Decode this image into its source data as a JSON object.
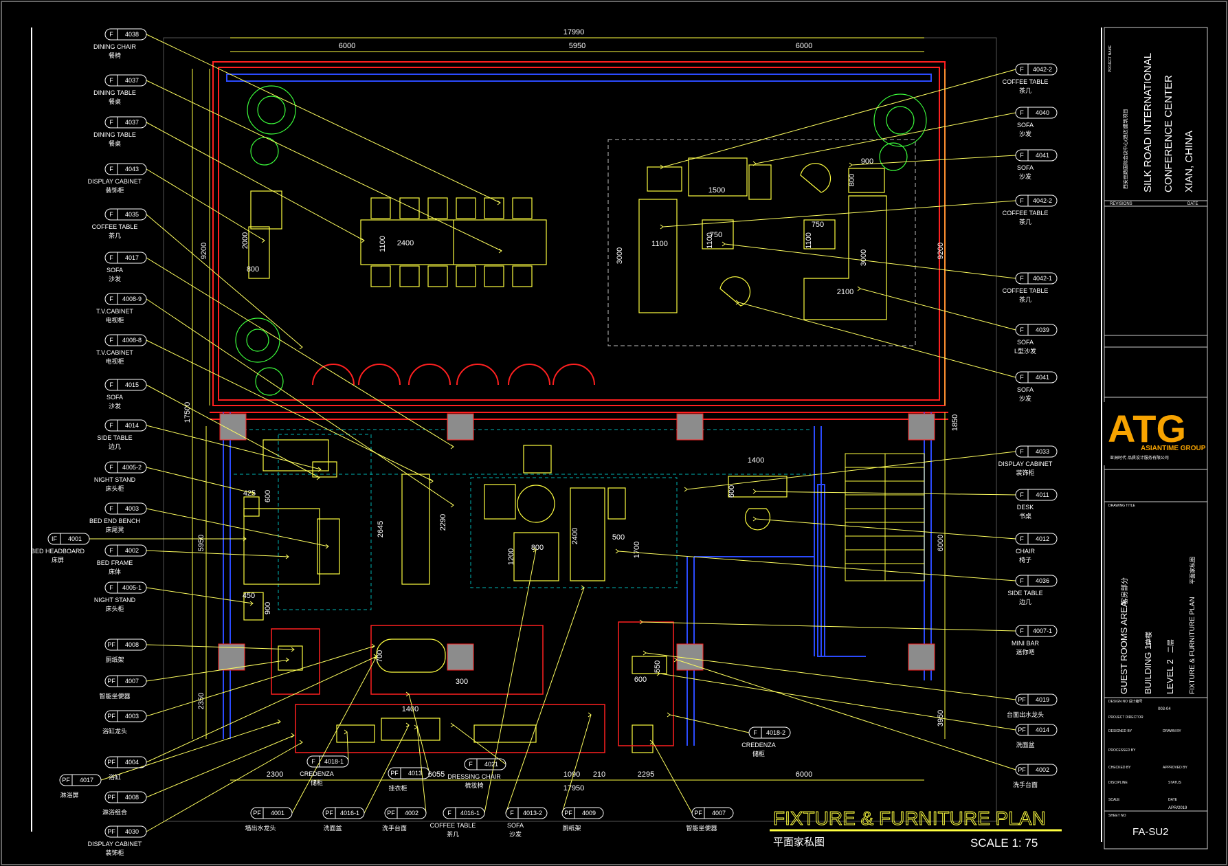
{
  "drawing": {
    "title": "FIXTURE & FURNITURE PLAN",
    "subtitle": "平面家私图",
    "scale": "SCALE 1: 75"
  },
  "dimensions": {
    "top_total": "17990",
    "top_1": "6000",
    "top_2": "5950",
    "top_3": "6000",
    "bottom_total": "17950",
    "bottom_1": "2300",
    "bottom_2": "6055",
    "bottom_3": "1090",
    "bottom_4": "210",
    "bottom_5": "2295",
    "bottom_6": "6000",
    "left_1": "9200",
    "left_2": "17500",
    "left_3": "5950",
    "left_4": "2350",
    "right_1": "9200",
    "right_2": "1850",
    "right_3": "6000",
    "right_4": "3950",
    "dining_2400": "2400",
    "dining_1100": "1100",
    "cabinet_2000": "2000",
    "cabinet_800": "800",
    "lounge_1500": "1500",
    "lounge_900": "900",
    "lounge_800": "800",
    "lounge_3000": "3000",
    "lounge_1100": "1100",
    "lounge_750a": "750",
    "lounge_1100b": "1100",
    "lounge_750b": "750",
    "lounge_1100c": "1100",
    "lounge_3000b": "3000",
    "lounge_2100": "2100",
    "desk_1400": "1400",
    "desk_600": "600",
    "ns_425": "425",
    "ns_600": "600",
    "ns_450": "450",
    "ns_900": "900",
    "tv_2645": "2645",
    "tv_2290": "2290",
    "tbl_800": "800",
    "tbl_1200": "1200",
    "sofa_2400": "2400",
    "sofa_500": "500",
    "sofa_1700": "1700",
    "bath_1400": "1400",
    "bath_700": "700",
    "bath_300": "300",
    "bar_600": "600",
    "bar_550": "550"
  },
  "tags_left": [
    {
      "type": "F",
      "code": "4038",
      "en": "DINING CHAIR",
      "cn": "餐椅"
    },
    {
      "type": "F",
      "code": "4037",
      "en": "DINING TABLE",
      "cn": "餐桌"
    },
    {
      "type": "F",
      "code": "4037",
      "en": "DINING TABLE",
      "cn": "餐桌"
    },
    {
      "type": "F",
      "code": "4043",
      "en": "DISPLAY CABINET",
      "cn": "装饰柜"
    },
    {
      "type": "F",
      "code": "4035",
      "en": "COFFEE TABLE",
      "cn": "茶几"
    },
    {
      "type": "F",
      "code": "4017",
      "en": "SOFA",
      "cn": "沙发"
    },
    {
      "type": "F",
      "code": "4008-9",
      "en": "T.V.CABINET",
      "cn": "电视柜"
    },
    {
      "type": "F",
      "code": "4008-8",
      "en": "T.V.CABINET",
      "cn": "电视柜"
    },
    {
      "type": "F",
      "code": "4015",
      "en": "SOFA",
      "cn": "沙发"
    },
    {
      "type": "F",
      "code": "4014",
      "en": "SIDE TABLE",
      "cn": "边几"
    },
    {
      "type": "F",
      "code": "4005-2",
      "en": "NIGHT STAND",
      "cn": "床头柜"
    },
    {
      "type": "F",
      "code": "4003",
      "en": "BED END BENCH",
      "cn": "床尾凳"
    },
    {
      "type": "F",
      "code": "4002",
      "en": "BED FRAME",
      "cn": "床体"
    },
    {
      "type": "F",
      "code": "4005-1",
      "en": "NIGHT STAND",
      "cn": "床头柜"
    },
    {
      "type": "PF",
      "code": "4008",
      "en": "",
      "cn": "厕纸架"
    },
    {
      "type": "PF",
      "code": "4007",
      "en": "",
      "cn": "智能坐便器"
    },
    {
      "type": "PF",
      "code": "4003",
      "en": "",
      "cn": "浴缸龙头"
    },
    {
      "type": "PF",
      "code": "4004",
      "en": "",
      "cn": "浴缸"
    },
    {
      "type": "PF",
      "code": "4008",
      "en": "",
      "cn": "淋浴组合"
    },
    {
      "type": "PF",
      "code": "4030",
      "en": "DISPLAY CABINET",
      "cn": "装饰柜"
    }
  ],
  "tag_headboard": {
    "type": "IF",
    "code": "4001",
    "en": "BED HEADBOARD",
    "cn": "床屏"
  },
  "tag_shower": {
    "type": "PF",
    "code": "4017",
    "en": "",
    "cn": "淋浴屏"
  },
  "tags_right": [
    {
      "type": "F",
      "code": "4042-2",
      "en": "COFFEE TABLE",
      "cn": "茶几"
    },
    {
      "type": "F",
      "code": "4040",
      "en": "SOFA",
      "cn": "沙发"
    },
    {
      "type": "F",
      "code": "4041",
      "en": "SOFA",
      "cn": "沙发"
    },
    {
      "type": "F",
      "code": "4042-2",
      "en": "COFFEE TABLE",
      "cn": "茶几"
    },
    {
      "type": "F",
      "code": "4042-1",
      "en": "COFFEE TABLE",
      "cn": "茶几"
    },
    {
      "type": "F",
      "code": "4039",
      "en": "SOFA",
      "cn": "L型沙发"
    },
    {
      "type": "F",
      "code": "4041",
      "en": "SOFA",
      "cn": "沙发"
    },
    {
      "type": "F",
      "code": "4033",
      "en": "DISPLAY CABINET",
      "cn": "装饰柜"
    },
    {
      "type": "F",
      "code": "4011",
      "en": "DESK",
      "cn": "书桌"
    },
    {
      "type": "F",
      "code": "4012",
      "en": "CHAIR",
      "cn": "椅子"
    },
    {
      "type": "F",
      "code": "4036",
      "en": "SIDE TABLE",
      "cn": "边几"
    },
    {
      "type": "F",
      "code": "4007-1",
      "en": "MINI BAR",
      "cn": "迷你吧"
    },
    {
      "type": "PF",
      "code": "4019",
      "en": "",
      "cn": "台面出水龙头"
    },
    {
      "type": "PF",
      "code": "4014",
      "en": "",
      "cn": "洗面盆"
    },
    {
      "type": "PF",
      "code": "4002",
      "en": "",
      "cn": "洗手台面"
    }
  ],
  "tags_bottom": [
    {
      "type": "PF",
      "code": "4001",
      "en": "",
      "cn": "墙出水龙头"
    },
    {
      "type": "PF",
      "code": "4016-1",
      "en": "",
      "cn": "洗面盆"
    },
    {
      "type": "PF",
      "code": "4002",
      "en": "",
      "cn": "洗手台面"
    },
    {
      "type": "F",
      "code": "4016-1",
      "en": "COFFEE TABLE",
      "cn": "茶几"
    },
    {
      "type": "F",
      "code": "4013-2",
      "en": "SOFA",
      "cn": "沙发"
    },
    {
      "type": "PF",
      "code": "4009",
      "en": "",
      "cn": "厕纸架"
    },
    {
      "type": "PF",
      "code": "4007",
      "en": "",
      "cn": "智能坐便器"
    }
  ],
  "tags_inner": [
    {
      "type": "F",
      "code": "4018-1",
      "en": "CREDENZA",
      "cn": "储柜"
    },
    {
      "type": "PF",
      "code": "4013",
      "en": "",
      "cn": "挂衣柜"
    },
    {
      "type": "F",
      "code": "4021",
      "en": "DRESSING CHAIR",
      "cn": "梳妆椅"
    },
    {
      "type": "F",
      "code": "4018-2",
      "en": "CREDENZA",
      "cn": "储柜"
    }
  ],
  "title_block": {
    "project_name_label": "PROJECT NAME",
    "project_cn": "西安丝路国际会议中心(酒店)建筑项目",
    "project_en_1": "SILK ROAD INTERNATIONAL",
    "project_en_2": "CONFERENCE CENTER",
    "project_en_3": "XIAN, CHINA",
    "revisions": "REVISIONS",
    "date": "DATE",
    "logo_text": "ATG",
    "logo_sub": "ASIANTIME GROUP",
    "logo_cn": "亚洲时代 品质设计服务有限公司",
    "drawing_title_label": "DRAWING TITLE",
    "dt_1": "GUEST ROOMS AREA",
    "dt_1_cn": "客房部分",
    "dt_2": "BUILDING 1#",
    "dt_2_cn": "1#楼",
    "dt_3": "LEVEL 2",
    "dt_3_cn": "二层",
    "dt_4": "FIXTURE & FURNITURE PLAN",
    "dt_4_cn": "平面家私图",
    "design_no": "DESIGN NO 设计编号",
    "design_no_val": "003-04",
    "project_director": "PROJECT DIRECTOR",
    "designed_by": "DESIGNED BY",
    "drawn_by": "DRAWN BY",
    "processed_by": "PROCESSED BY",
    "checked_by": "CHECKED BY",
    "approved_by": "APPROVED BY",
    "discipline": "DISCIPLINE",
    "status": "STATUS",
    "scale_label": "SCALE",
    "date_label": "DATE",
    "date_val": "APR/2019",
    "sheet_no_label": "SHEET NO",
    "sheet_no": "FA-SU2"
  },
  "colors": {
    "background": "#000000",
    "wall_red": "#ff2020",
    "wall_blue": "#2b4bff",
    "furniture_yellow": "#ffff40",
    "plant_green": "#3cff3c",
    "column_gray": "#8c8c8c",
    "leader_yellow": "#ffff60",
    "cyan_dash": "#00b4b4",
    "logo_orange": "#f7a300"
  }
}
